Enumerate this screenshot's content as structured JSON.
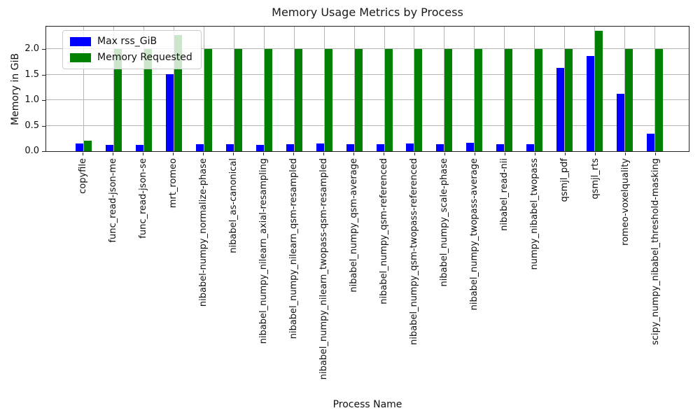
{
  "chart_data": {
    "type": "bar",
    "title": "Memory Usage Metrics by Process",
    "xlabel": "Process Name",
    "ylabel": "Memory in GiB",
    "ylim": [
      0,
      2.44
    ],
    "yticks": [
      0.0,
      0.5,
      1.0,
      1.5,
      2.0
    ],
    "grid": true,
    "legend_position": "upper left",
    "categories": [
      "copyfile",
      "func_read-json-me",
      "func_read-json-se",
      "mrt_romeo",
      "nibabel-numpy_normalize-phase",
      "nibabel_as-canonical",
      "nibabel_numpy_nilearn_axial-resampling",
      "nibabel_numpy_nilearn_qsm-resampled",
      "nibabel_numpy_nilearn_twopass-qsm-resampled",
      "nibabel_numpy_qsm-average",
      "nibabel_numpy_qsm-referenced",
      "nibabel_numpy_qsm-twopass-referenced",
      "nibabel_numpy_scale-phase",
      "nibabel_numpy_twopass-average",
      "nibabel_read-nii",
      "numpy_nibabel_twopass",
      "qsmjl_pdf",
      "qsmjl_rts",
      "romeo-voxelquality",
      "scipy_numpy_nibabel_threshold-masking"
    ],
    "series": [
      {
        "name": "Max rss_GiB",
        "color": "#0000ff",
        "values": [
          0.15,
          0.13,
          0.13,
          1.51,
          0.14,
          0.14,
          0.13,
          0.14,
          0.15,
          0.14,
          0.14,
          0.15,
          0.14,
          0.16,
          0.14,
          0.14,
          1.63,
          1.87,
          1.12,
          0.34
        ]
      },
      {
        "name": "Memory Requested",
        "color": "#008000",
        "values": [
          0.2,
          2.0,
          2.0,
          2.27,
          2.0,
          2.0,
          2.0,
          2.0,
          2.0,
          2.0,
          2.0,
          2.0,
          2.0,
          2.0,
          2.0,
          2.0,
          2.0,
          2.36,
          2.0,
          2.0
        ]
      }
    ]
  }
}
